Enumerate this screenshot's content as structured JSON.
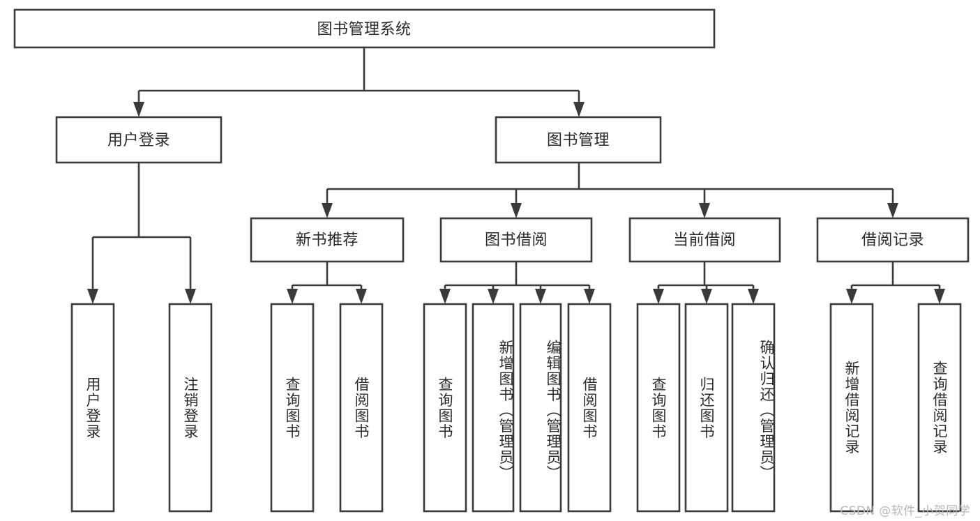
{
  "diagram": {
    "type": "tree-hierarchy",
    "title": "图书管理系统",
    "watermark": "CSDN @软件_小贺同学",
    "colors": {
      "background": "#ffffff",
      "box_fill": "#ffffff",
      "box_stroke": "#3a3a3a",
      "text": "#2b2b2b",
      "watermark": "#b8b8b8"
    },
    "levels": {
      "root": {
        "label": "图书管理系统"
      },
      "level2": [
        {
          "label": "用户登录"
        },
        {
          "label": "图书管理"
        }
      ],
      "level3": [
        {
          "label": "新书推荐"
        },
        {
          "label": "图书借阅"
        },
        {
          "label": "当前借阅"
        },
        {
          "label": "借阅记录"
        }
      ],
      "leaves": [
        {
          "label": "用户登录",
          "parent": "用户登录"
        },
        {
          "label": "注销登录",
          "parent": "用户登录"
        },
        {
          "label": "查询图书",
          "parent": "新书推荐"
        },
        {
          "label": "借阅图书",
          "parent": "新书推荐"
        },
        {
          "label": "查询图书",
          "parent": "图书借阅"
        },
        {
          "label": "新增图书（管理员）",
          "parent": "图书借阅"
        },
        {
          "label": "编辑图书（管理员）",
          "parent": "图书借阅"
        },
        {
          "label": "借阅图书",
          "parent": "图书借阅"
        },
        {
          "label": "查询图书",
          "parent": "当前借阅"
        },
        {
          "label": "归还图书",
          "parent": "当前借阅"
        },
        {
          "label": "确认归还（管理员）",
          "parent": "当前借阅"
        },
        {
          "label": "新增借阅记录",
          "parent": "借阅记录"
        },
        {
          "label": "查询借阅记录",
          "parent": "借阅记录"
        }
      ]
    }
  }
}
